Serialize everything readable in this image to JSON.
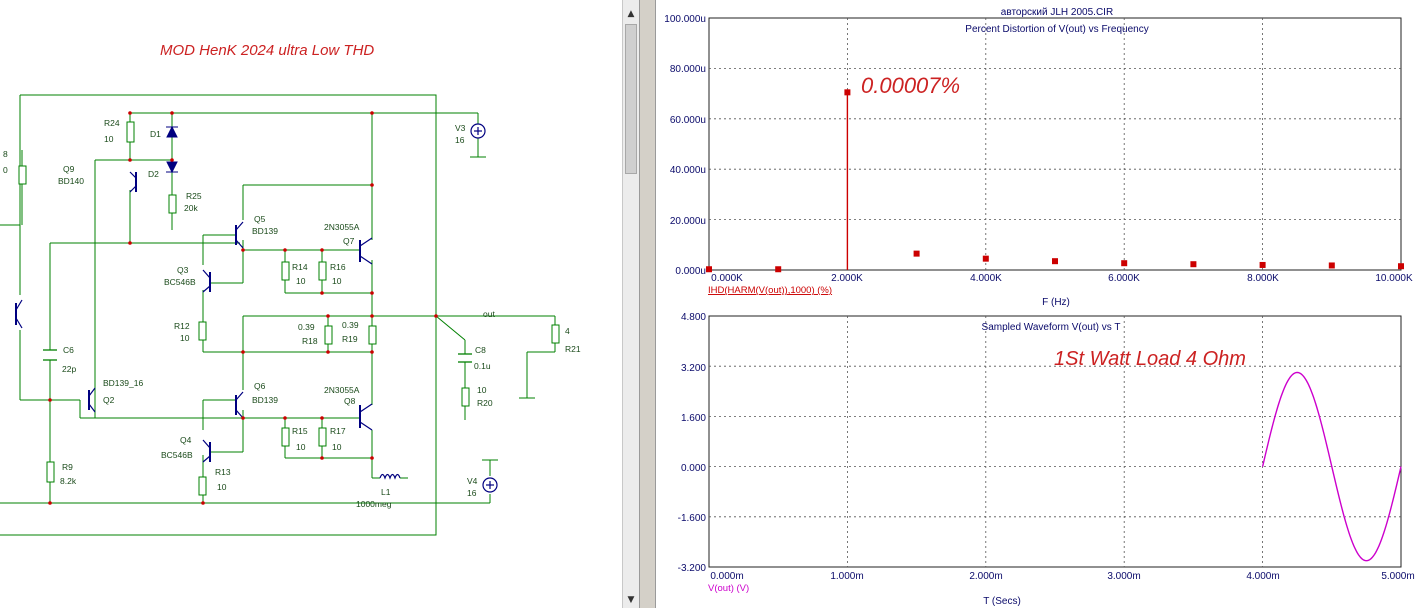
{
  "schematic": {
    "title": "MOD HenK 2024  ultra Low THD",
    "labels": {
      "r8": "8",
      "r8v": "0",
      "r24": "R24",
      "r24v": "10",
      "d1": "D1",
      "d2": "D2",
      "q9": "Q9",
      "q9t": "BD140",
      "r25": "R25",
      "r25v": "20k",
      "q5": "Q5",
      "q5t": "BD139",
      "q7t": "2N3055A",
      "q7": "Q7",
      "v3": "V3",
      "v3v": "16",
      "q3": "Q3",
      "q3t": "BC546B",
      "r14": "R14",
      "r14v": "10",
      "r16": "R16",
      "r16v": "10",
      "r12": "R12",
      "r12v": "10",
      "r18v": "0.39",
      "r18": "R18",
      "r19v": "0.39",
      "r19": "R19",
      "out": "out",
      "r21v": "4",
      "r21": "R21",
      "c6": "C6",
      "c6v": "22p",
      "c8": "C8",
      "c8v": "0.1u",
      "r20v": "10",
      "r20": "R20",
      "q2t": "BD139_16",
      "q2": "Q2",
      "q6": "Q6",
      "q6t": "BD139",
      "q8t": "2N3055A",
      "q8": "Q8",
      "q4": "Q4",
      "q4t": "BC546B",
      "r15": "R15",
      "r15v": "10",
      "r17": "R17",
      "r17v": "10",
      "r9": "R9",
      "r9v": "8.2k",
      "r13": "R13",
      "r13v": "10",
      "l1": "L1",
      "l1v": "1000meg",
      "v4": "V4",
      "v4v": "16"
    }
  },
  "plots": {
    "header": "авторский JLH 2005.CIR",
    "annotation_thd": "0.00007%",
    "annotation_load": "1St Watt  Load 4 Ohm"
  },
  "chart_data": [
    {
      "type": "bar",
      "title": "Percent Distortion of V(out) vs Frequency",
      "xlabel": "F (Hz)",
      "ylabel": "",
      "series": [
        {
          "name": "IHD(HARM(V(out)),1000) (%)",
          "color": "#cc0000"
        }
      ],
      "x": [
        0,
        1000,
        2000,
        3000,
        4000,
        5000,
        6000,
        7000,
        8000,
        9000,
        10000
      ],
      "values": [
        0.3,
        0.3,
        70.5,
        6.5,
        4.5,
        3.5,
        2.7,
        2.3,
        2.0,
        1.8,
        1.5
      ],
      "xlim": [
        0,
        10000
      ],
      "ylim": [
        0,
        100
      ],
      "xticks": [
        "0.000K",
        "2.000K",
        "4.000K",
        "6.000K",
        "8.000K",
        "10.000K"
      ],
      "yticks": [
        "0.000u",
        "20.000u",
        "40.000u",
        "60.000u",
        "80.000u",
        "100.000u"
      ],
      "grid": true
    },
    {
      "type": "line",
      "title": "Sampled Waveform  V(out) vs T",
      "xlabel": "T (Secs)",
      "ylabel": "",
      "series": [
        {
          "name": "V(out) (V)",
          "color": "#cc00cc",
          "amplitude": 3.0,
          "frequency_hz": 1000,
          "t_start_ms": 4.0,
          "t_end_ms": 5.0
        }
      ],
      "xlim": [
        0,
        5
      ],
      "ylim": [
        -3.2,
        4.8
      ],
      "xticks": [
        "0.000m",
        "1.000m",
        "2.000m",
        "3.000m",
        "4.000m",
        "5.000m"
      ],
      "yticks": [
        "-3.200",
        "-1.600",
        "0.000",
        "1.600",
        "3.200",
        "4.800"
      ],
      "grid": true
    }
  ]
}
